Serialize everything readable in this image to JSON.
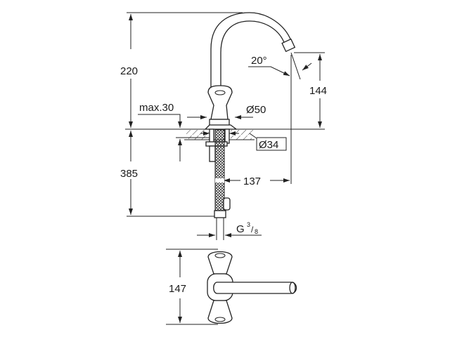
{
  "drawing": {
    "dimensions": {
      "total_height": "220",
      "below_counter": "385",
      "spout_height": "144",
      "spout_angle": "20°",
      "max_thickness": "max.30",
      "base_diameter": "Ø50",
      "hole_diameter": "Ø34",
      "spout_reach": "137",
      "connection_prefix": "G",
      "connection_num": "3",
      "connection_den": "8",
      "top_view_width": "147"
    },
    "line_color": "#222222",
    "background": "#ffffff"
  }
}
